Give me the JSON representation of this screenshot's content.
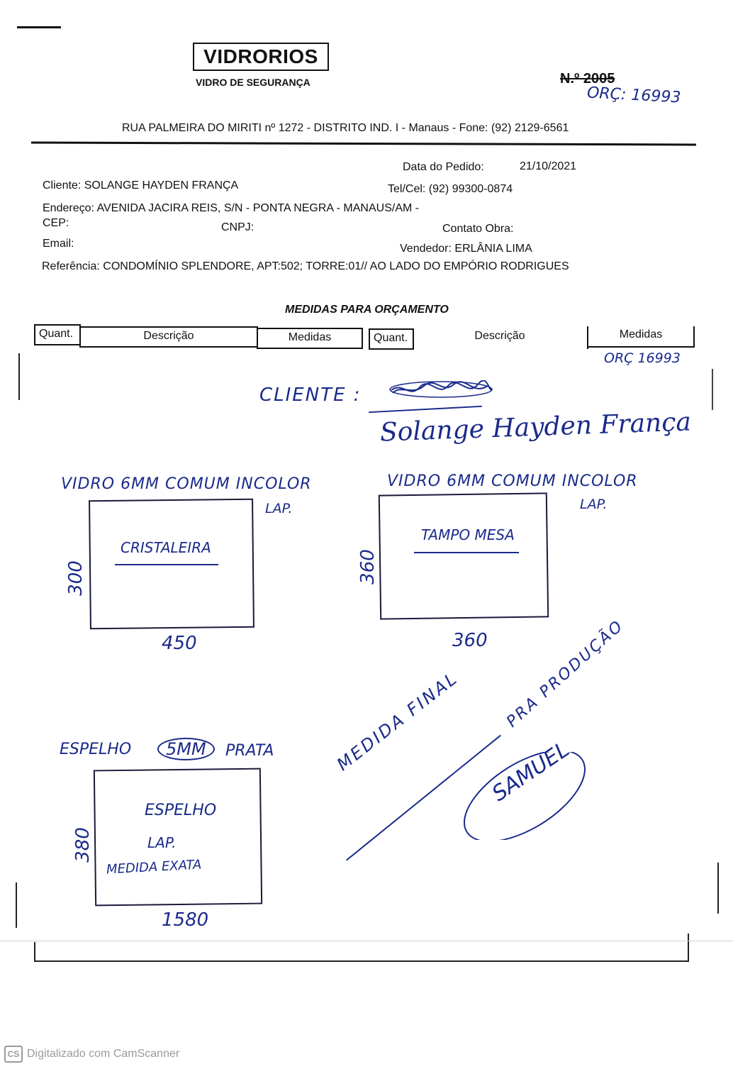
{
  "header": {
    "logo": "VIDRORIOS",
    "subtitle": "VIDRO DE SEGURANÇA",
    "numero": "N.º 2005",
    "orcamento_hand": "ORÇ: 16993",
    "address": "RUA PALMEIRA DO MIRITI nº 1272 - DISTRITO IND. I - Manaus - Fone: (92) 2129-6561"
  },
  "pedido": {
    "data_label": "Data do Pedido:",
    "data_value": "21/10/2021",
    "cliente": "Cliente: SOLANGE HAYDEN FRANÇA",
    "telcel": "Tel/Cel: (92) 99300-0874",
    "endereco": "Endereço: AVENIDA JACIRA REIS, S/N - PONTA NEGRA - MANAUS/AM -",
    "cep": "CEP:",
    "cnpj": "CNPJ:",
    "contato": "Contato Obra:",
    "email": "Email:",
    "vendedor": "Vendedor: ERLÂNIA LIMA",
    "referencia": "Referência: CONDOMÍNIO SPLENDORE, APT:502; TORRE:01// AO LADO DO EMPÓRIO RODRIGUES"
  },
  "medidas": {
    "title": "MEDIDAS PARA ORÇAMENTO",
    "columns": [
      "Quant.",
      "Descrição",
      "Medidas",
      "Quant.",
      "Descrição",
      "Medidas"
    ]
  },
  "handwriting": {
    "orc_table": "ORÇ 16993",
    "cliente_label": "CLIENTE :",
    "signature": "Solange Hayden França",
    "item1_desc": "VIDRO 6MM COMUM INCOLOR",
    "item1_lap": "LAP.",
    "item1_name": "CRISTALEIRA",
    "item1_h": "300",
    "item1_w": "450",
    "item2_desc": "VIDRO 6MM COMUM INCOLOR",
    "item2_lap": "LAP.",
    "item2_name": "TAMPO MESA",
    "item2_h": "360",
    "item2_w": "360",
    "item3_desc_a": "ESPELHO",
    "item3_desc_b": "5MM",
    "item3_desc_c": "PRATA",
    "item3_name": "ESPELHO",
    "item3_lap": "LAP.",
    "item3_exata": "MEDIDA EXATA",
    "item3_h": "380",
    "item3_w": "1580",
    "note_line1": "MEDIDA FINAL",
    "note_line2": "PRA PRODUÇÃO",
    "stamp": "SAMUEL"
  },
  "footer": {
    "icon": "CS",
    "text": "Digitalizado com CamScanner"
  }
}
